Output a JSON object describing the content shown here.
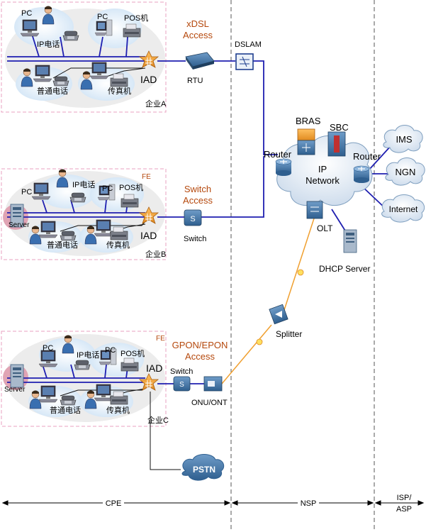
{
  "enterprises": [
    {
      "name": "企业A",
      "fe": "",
      "labels": {
        "pc1": "PC",
        "ipphone": "IP电话",
        "pc2": "PC",
        "pos": "POS机",
        "phone": "普通电话",
        "fax": "传真机",
        "iad": "IAD",
        "server": ""
      }
    },
    {
      "name": "企业B",
      "fe": "FE",
      "labels": {
        "pc1": "PC",
        "ipphone": "IP电话",
        "pc2": "PC",
        "pos": "POS机",
        "phone": "普通电话",
        "fax": "传真机",
        "iad": "IAD",
        "server": "Server"
      }
    },
    {
      "name": "企业C",
      "fe": "FE",
      "labels": {
        "pc1": "PC",
        "ipphone": "IP电话",
        "pc2": "PC",
        "pos": "POS机",
        "phone": "普通电话",
        "fax": "传真机",
        "iad": "IAD",
        "server": "Server"
      }
    }
  ],
  "access": {
    "xdsl": [
      "xDSL",
      "Access"
    ],
    "switch": [
      "Switch",
      "Access"
    ],
    "gpon": [
      "GPON/EPON",
      "Access"
    ]
  },
  "devices": {
    "rtu": "RTU",
    "dslam": "DSLAM",
    "switch_b": "Switch",
    "switch_c": "Switch",
    "onu": "ONU/ONT",
    "splitter": "Splitter",
    "olt": "OLT",
    "bras": "BRAS",
    "sbc": "SBC",
    "router_left": "Router",
    "router_right": "Router",
    "ip_network": [
      "IP",
      "Network"
    ],
    "dhcp": "DHCP Server",
    "pstn": "PSTN"
  },
  "clouds": [
    "IMS",
    "NGN",
    "Internet"
  ],
  "zones": {
    "cpe": "CPE",
    "nsp": "NSP",
    "isp": [
      "ISP/",
      "ASP"
    ]
  },
  "colors": {
    "link": "#1f1fb0",
    "fiber": "#f0a030",
    "enterprise_border": "#e8a0c0",
    "ellipse_fill": "#ececec",
    "device_blue": "#3f6f9f",
    "iad_orange": "#f0a030",
    "accent_text": "#b5480c"
  }
}
